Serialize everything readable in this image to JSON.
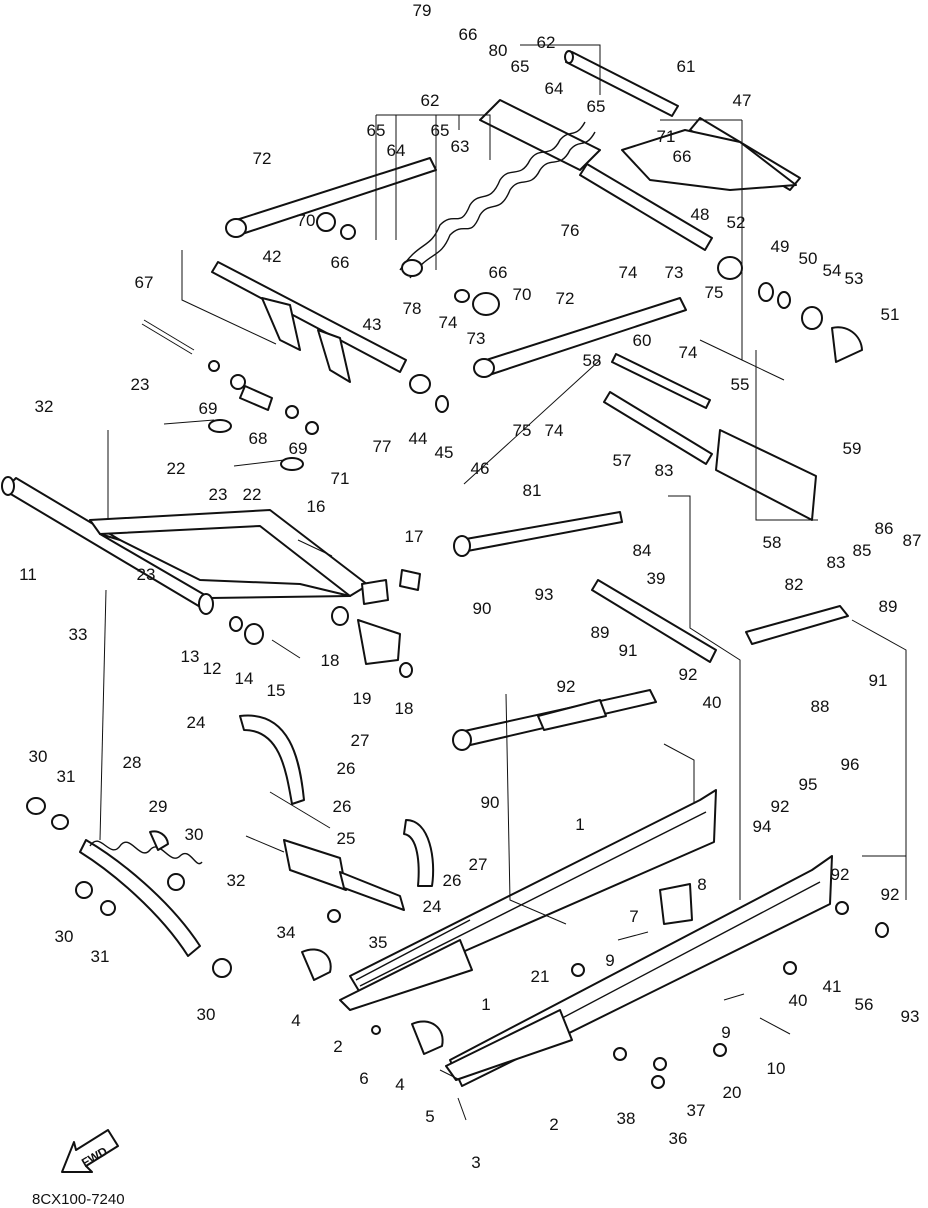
{
  "figure": {
    "code": "8CX100-7240",
    "direction_label": "FWD"
  },
  "callouts": [
    "79",
    "66",
    "80",
    "62",
    "65",
    "64",
    "61",
    "65",
    "71",
    "47",
    "62",
    "65",
    "64",
    "65",
    "63",
    "72",
    "66",
    "48",
    "52",
    "70",
    "66",
    "76",
    "73",
    "49",
    "50",
    "54",
    "53",
    "74",
    "75",
    "42",
    "66",
    "70",
    "72",
    "74",
    "67",
    "78",
    "74",
    "73",
    "51",
    "43",
    "58",
    "60",
    "55",
    "77",
    "44",
    "45",
    "46",
    "75",
    "74",
    "57",
    "59",
    "68",
    "69",
    "69",
    "23",
    "32",
    "22",
    "71",
    "23",
    "22",
    "81",
    "83",
    "16",
    "84",
    "58",
    "86",
    "11",
    "17",
    "85",
    "87",
    "83",
    "23",
    "33",
    "90",
    "93",
    "39",
    "89",
    "82",
    "89",
    "12",
    "13",
    "14",
    "15",
    "18",
    "91",
    "92",
    "92",
    "40",
    "88",
    "91",
    "19",
    "18",
    "24",
    "27",
    "90",
    "26",
    "30",
    "31",
    "28",
    "29",
    "26",
    "95",
    "96",
    "25",
    "30",
    "94",
    "92",
    "27",
    "32",
    "26",
    "34",
    "24",
    "35",
    "1",
    "8",
    "7",
    "92",
    "92",
    "30",
    "31",
    "9",
    "21",
    "40",
    "56",
    "4",
    "1",
    "9",
    "41",
    "30",
    "2",
    "6",
    "4",
    "10",
    "93",
    "20",
    "5",
    "38",
    "37",
    "2",
    "36",
    "3"
  ]
}
